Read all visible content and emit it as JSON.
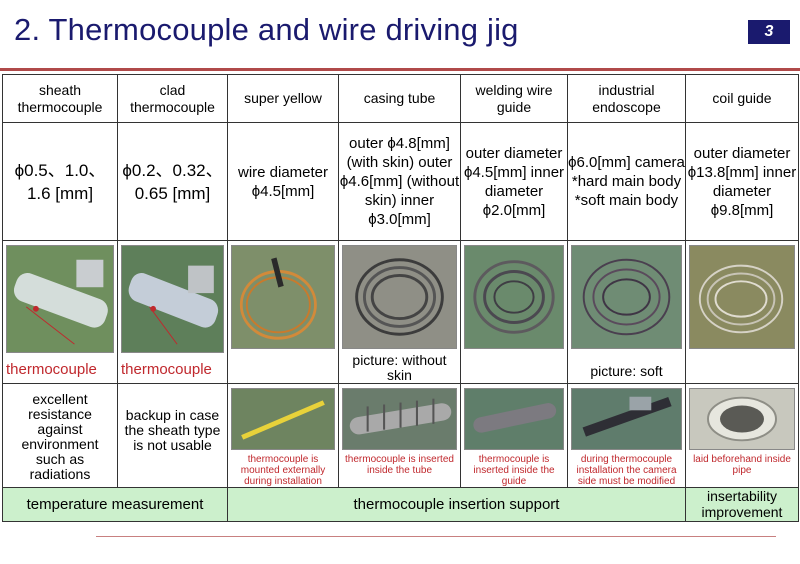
{
  "title": "2. Thermocouple and wire driving jig",
  "page_number": "3",
  "columns": [
    {
      "header": "sheath thermocouple",
      "spec": "ϕ0.5、1.0、 1.6 [mm]",
      "caption": "thermocouple",
      "desc": "excellent resistance against environment such as radiations",
      "note": ""
    },
    {
      "header": "clad thermocouple",
      "spec": "ϕ0.2、0.32、 0.65  [mm]",
      "caption": "thermocouple",
      "desc": "backup in case the sheath type is not usable",
      "note": ""
    },
    {
      "header": "super yellow",
      "spec": "wire diameter ϕ4.5[mm]",
      "caption": "",
      "desc": "",
      "note": "thermocouple is mounted externally during installation"
    },
    {
      "header": "casing tube",
      "spec": "outer ϕ4.8[mm] (with skin) outer ϕ4.6[mm] (without skin) inner ϕ3.0[mm]",
      "caption": "picture: without skin",
      "desc": "",
      "note": "thermocouple is inserted inside the tube"
    },
    {
      "header": "welding wire guide",
      "spec": "outer diameter ϕ4.5[mm] inner diameter ϕ2.0[mm]",
      "caption": "",
      "desc": "",
      "note": "thermocouple is inserted inside the guide"
    },
    {
      "header": "industrial endoscope",
      "spec": "ϕ6.0[mm] camera *hard main body *soft main body",
      "caption": "picture: soft",
      "desc": "",
      "note": "during thermocouple installation the camera side must be modified"
    },
    {
      "header": "coil guide",
      "spec": "outer diameter ϕ13.8[mm] inner diameter ϕ9.8[mm]",
      "caption": "",
      "desc": "",
      "note": "laid beforehand inside pipe"
    }
  ],
  "footer": {
    "temperature": "temperature measurement",
    "support": "thermocouple insertion support",
    "insert": "insertability improvement"
  }
}
